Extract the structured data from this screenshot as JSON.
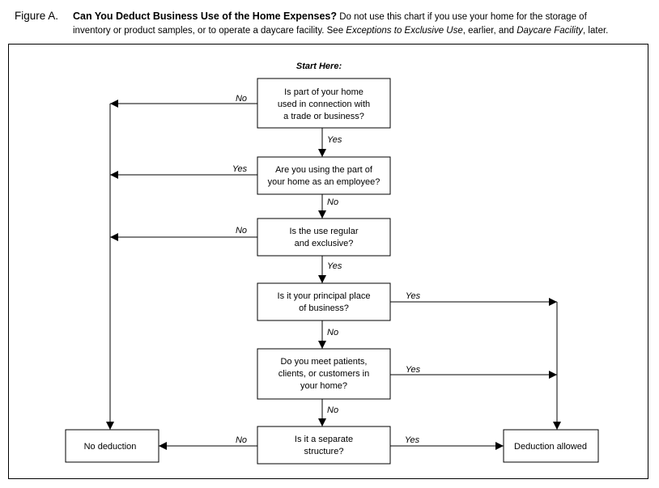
{
  "caption": {
    "figure_label": "Figure A.",
    "title": "Can You Deduct Business Use of the Home Expenses?",
    "text_a": " Do not use this chart if you use your home for the storage of",
    "text_b": "inventory or product samples, or to operate a daycare facility. See ",
    "ref1": "Exceptions to Exclusive Use",
    "text_c": ", earlier, and ",
    "ref2": "Daycare Facility",
    "text_d": ", later."
  },
  "flowchart": {
    "start": "Start Here:",
    "q1": [
      "Is part of your home",
      "used in connection with",
      "a trade or business?"
    ],
    "q2": [
      "Are you using the part of",
      "your home as an employee?"
    ],
    "q3": [
      "Is the use regular",
      "and exclusive?"
    ],
    "q4": [
      "Is it your principal place",
      "of business?"
    ],
    "q5": [
      "Do you meet patients,",
      "clients, or customers in",
      "your home?"
    ],
    "q6": [
      "Is it a separate",
      "structure?"
    ],
    "no_deduction": "No deduction",
    "deduction_allowed": "Deduction allowed",
    "labels": {
      "q1_left": "No",
      "q1_down": "Yes",
      "q2_left": "Yes",
      "q2_down": "No",
      "q3_left": "No",
      "q3_down": "Yes",
      "q4_right": "Yes",
      "q4_down": "No",
      "q5_right": "Yes",
      "q5_down": "No",
      "q6_left": "No",
      "q6_right": "Yes"
    }
  }
}
